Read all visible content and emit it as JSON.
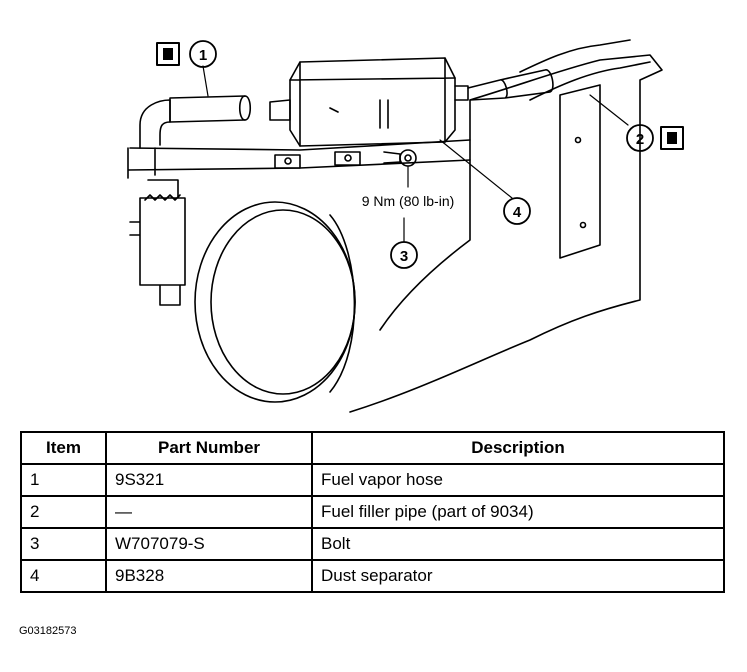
{
  "diagram": {
    "callouts": [
      {
        "number": "1",
        "icon": "hose-icon"
      },
      {
        "number": "2",
        "icon": "hose-icon"
      },
      {
        "number": "3"
      },
      {
        "number": "4"
      }
    ],
    "torque_label": "9 Nm (80 lb-in)"
  },
  "table": {
    "headers": [
      "Item",
      "Part Number",
      "Description"
    ],
    "rows": [
      {
        "item": "1",
        "part_number": "9S321",
        "description": "Fuel vapor hose"
      },
      {
        "item": "2",
        "part_number": "—",
        "description": "Fuel filler pipe (part of 9034)"
      },
      {
        "item": "3",
        "part_number": "W707079-S",
        "description": "Bolt"
      },
      {
        "item": "4",
        "part_number": "9B328",
        "description": "Dust separator"
      }
    ]
  },
  "figure_id": "G03182573"
}
